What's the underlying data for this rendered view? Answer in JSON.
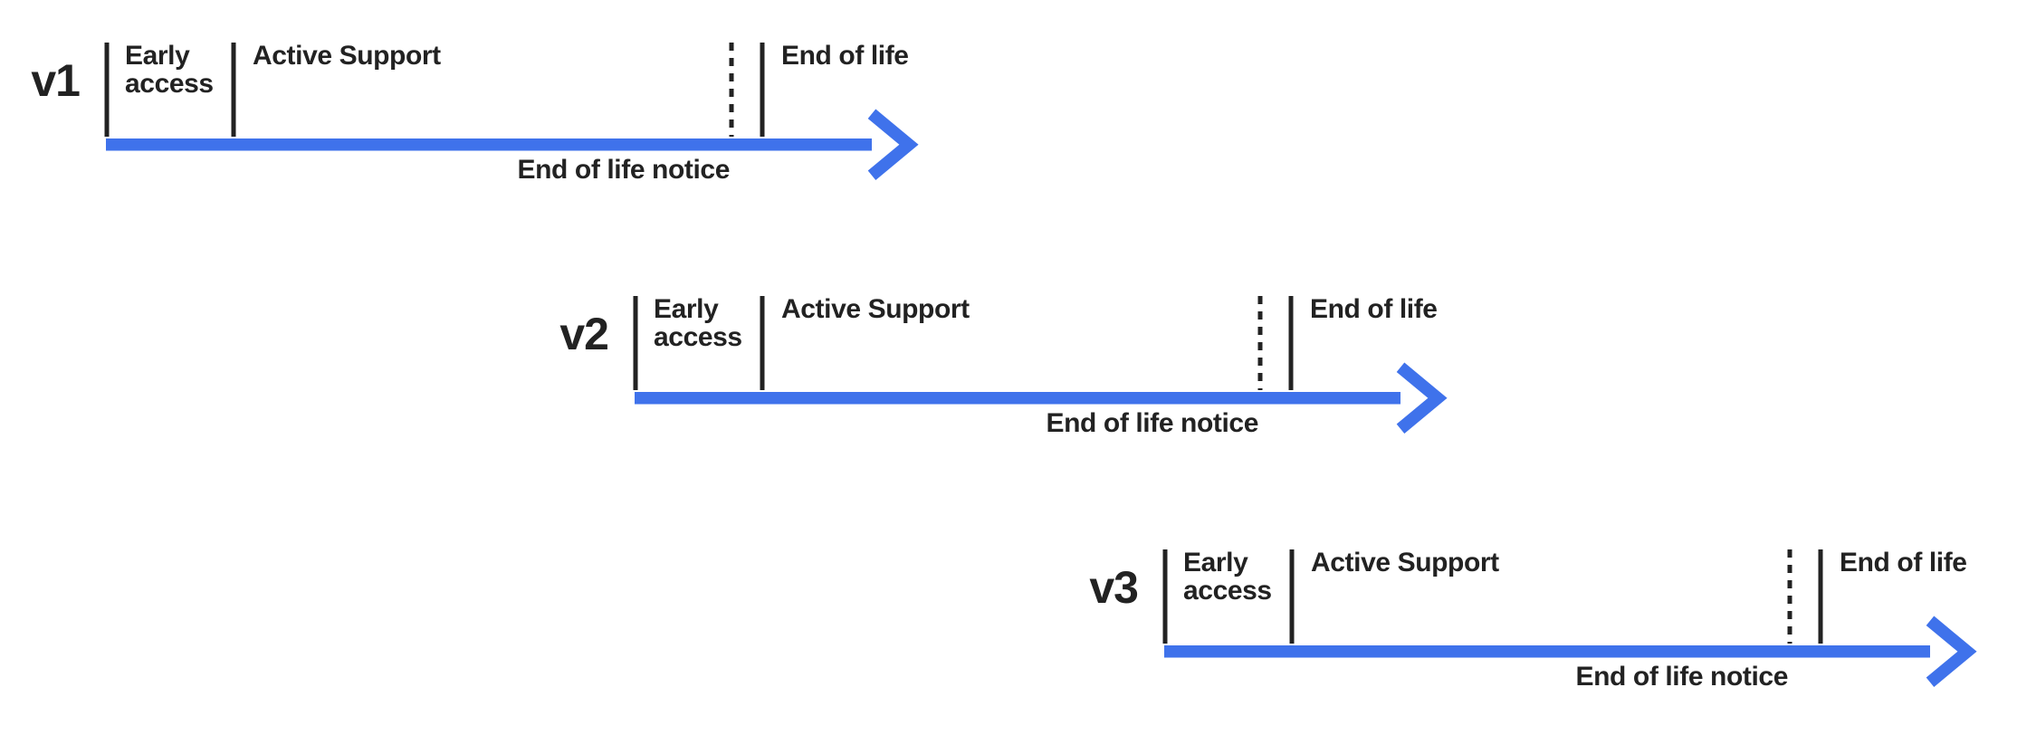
{
  "colors": {
    "arrow_blue": "#3F72EB",
    "ink": "#222222",
    "bg": "#ffffff"
  },
  "rows": [
    {
      "version": "v1",
      "labels": {
        "early_access": "Early\naccess",
        "active_support": "Active Support",
        "end_of_life": "End of life",
        "end_of_life_notice": "End of life notice"
      }
    },
    {
      "version": "v2",
      "labels": {
        "early_access": "Early\naccess",
        "active_support": "Active Support",
        "end_of_life": "End of life",
        "end_of_life_notice": "End of life notice"
      }
    },
    {
      "version": "v3",
      "labels": {
        "early_access": "Early\naccess",
        "active_support": "Active Support",
        "end_of_life": "End of life",
        "end_of_life_notice": "End of life notice"
      }
    }
  ]
}
